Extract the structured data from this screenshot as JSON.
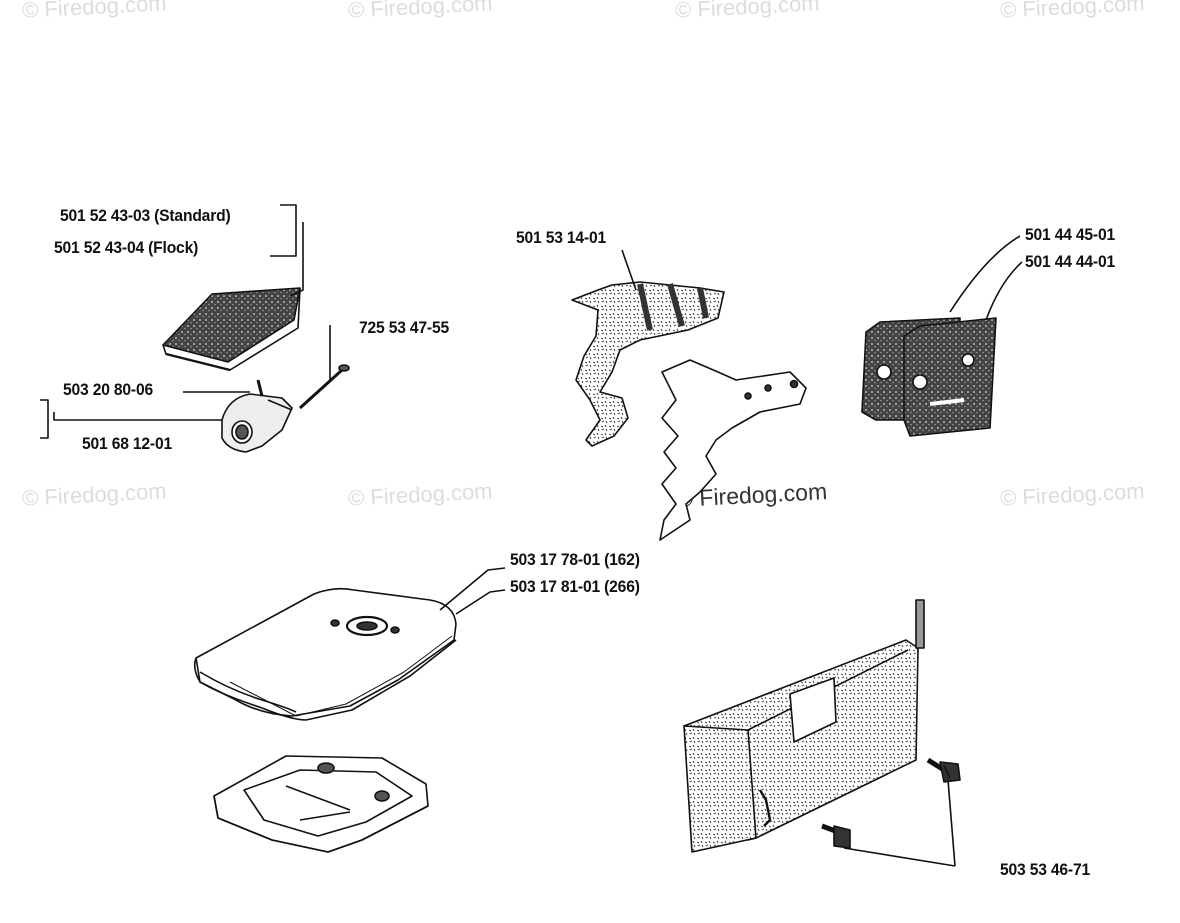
{
  "watermarks": [
    "© Firedog.com",
    "© Firedog.com",
    "© Firedog.com",
    "© Firedog.com",
    "© Firedog.com",
    "© Firedog.com",
    "© Firedog.com",
    "© Firedog.com"
  ],
  "labels": {
    "air_filter_standard": "501 52 43-03 (Standard)",
    "air_filter_flock": "501 52 43-04 (Flock)",
    "part_725_53_47_55": "725 53 47-55",
    "part_503_20_80_06": "503 20 80-06",
    "part_501_68_12_01": "501 68 12-01",
    "part_501_53_14_01": "501 53 14-01",
    "part_501_44_45_01": "501 44 45-01",
    "part_501_44_44_01": "501 44 44-01",
    "part_503_17_78_01": "503 17 78-01 (162)",
    "part_503_17_81_01": "503 17 81-01 (266)",
    "part_503_53_46_71": "503 53 46-71"
  }
}
